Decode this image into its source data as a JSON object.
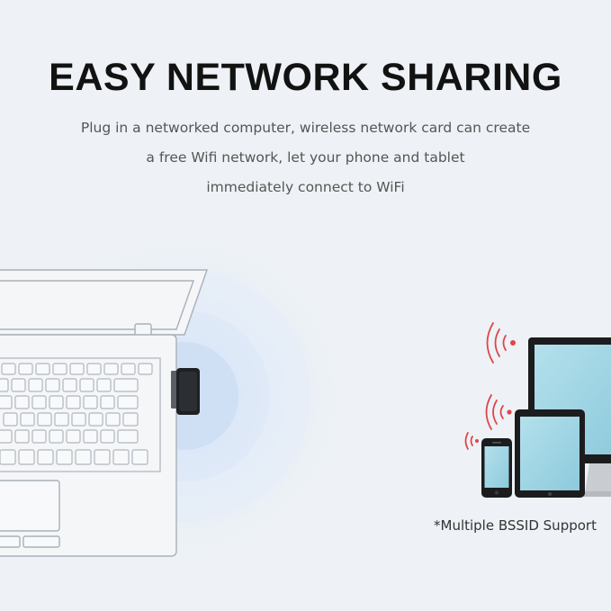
{
  "heading": {
    "title": "EASY NETWORK SHARING",
    "description_lines": [
      "Plug in a networked computer, wireless network card can create",
      "a free Wifi network, let your phone and tablet",
      "immediately connect to WiFi"
    ]
  },
  "caption": "*Multiple BSSID Support",
  "colors": {
    "background": "#eef2f6",
    "signal_wave": "#c9dcf3",
    "device_screen": "#9fd4e3",
    "wifi_signal": "#e0454a"
  },
  "icons": [
    "laptop-icon",
    "usb-wifi-adapter-icon",
    "wifi-signal-icon",
    "monitor-icon",
    "tablet-icon",
    "phone-icon"
  ]
}
